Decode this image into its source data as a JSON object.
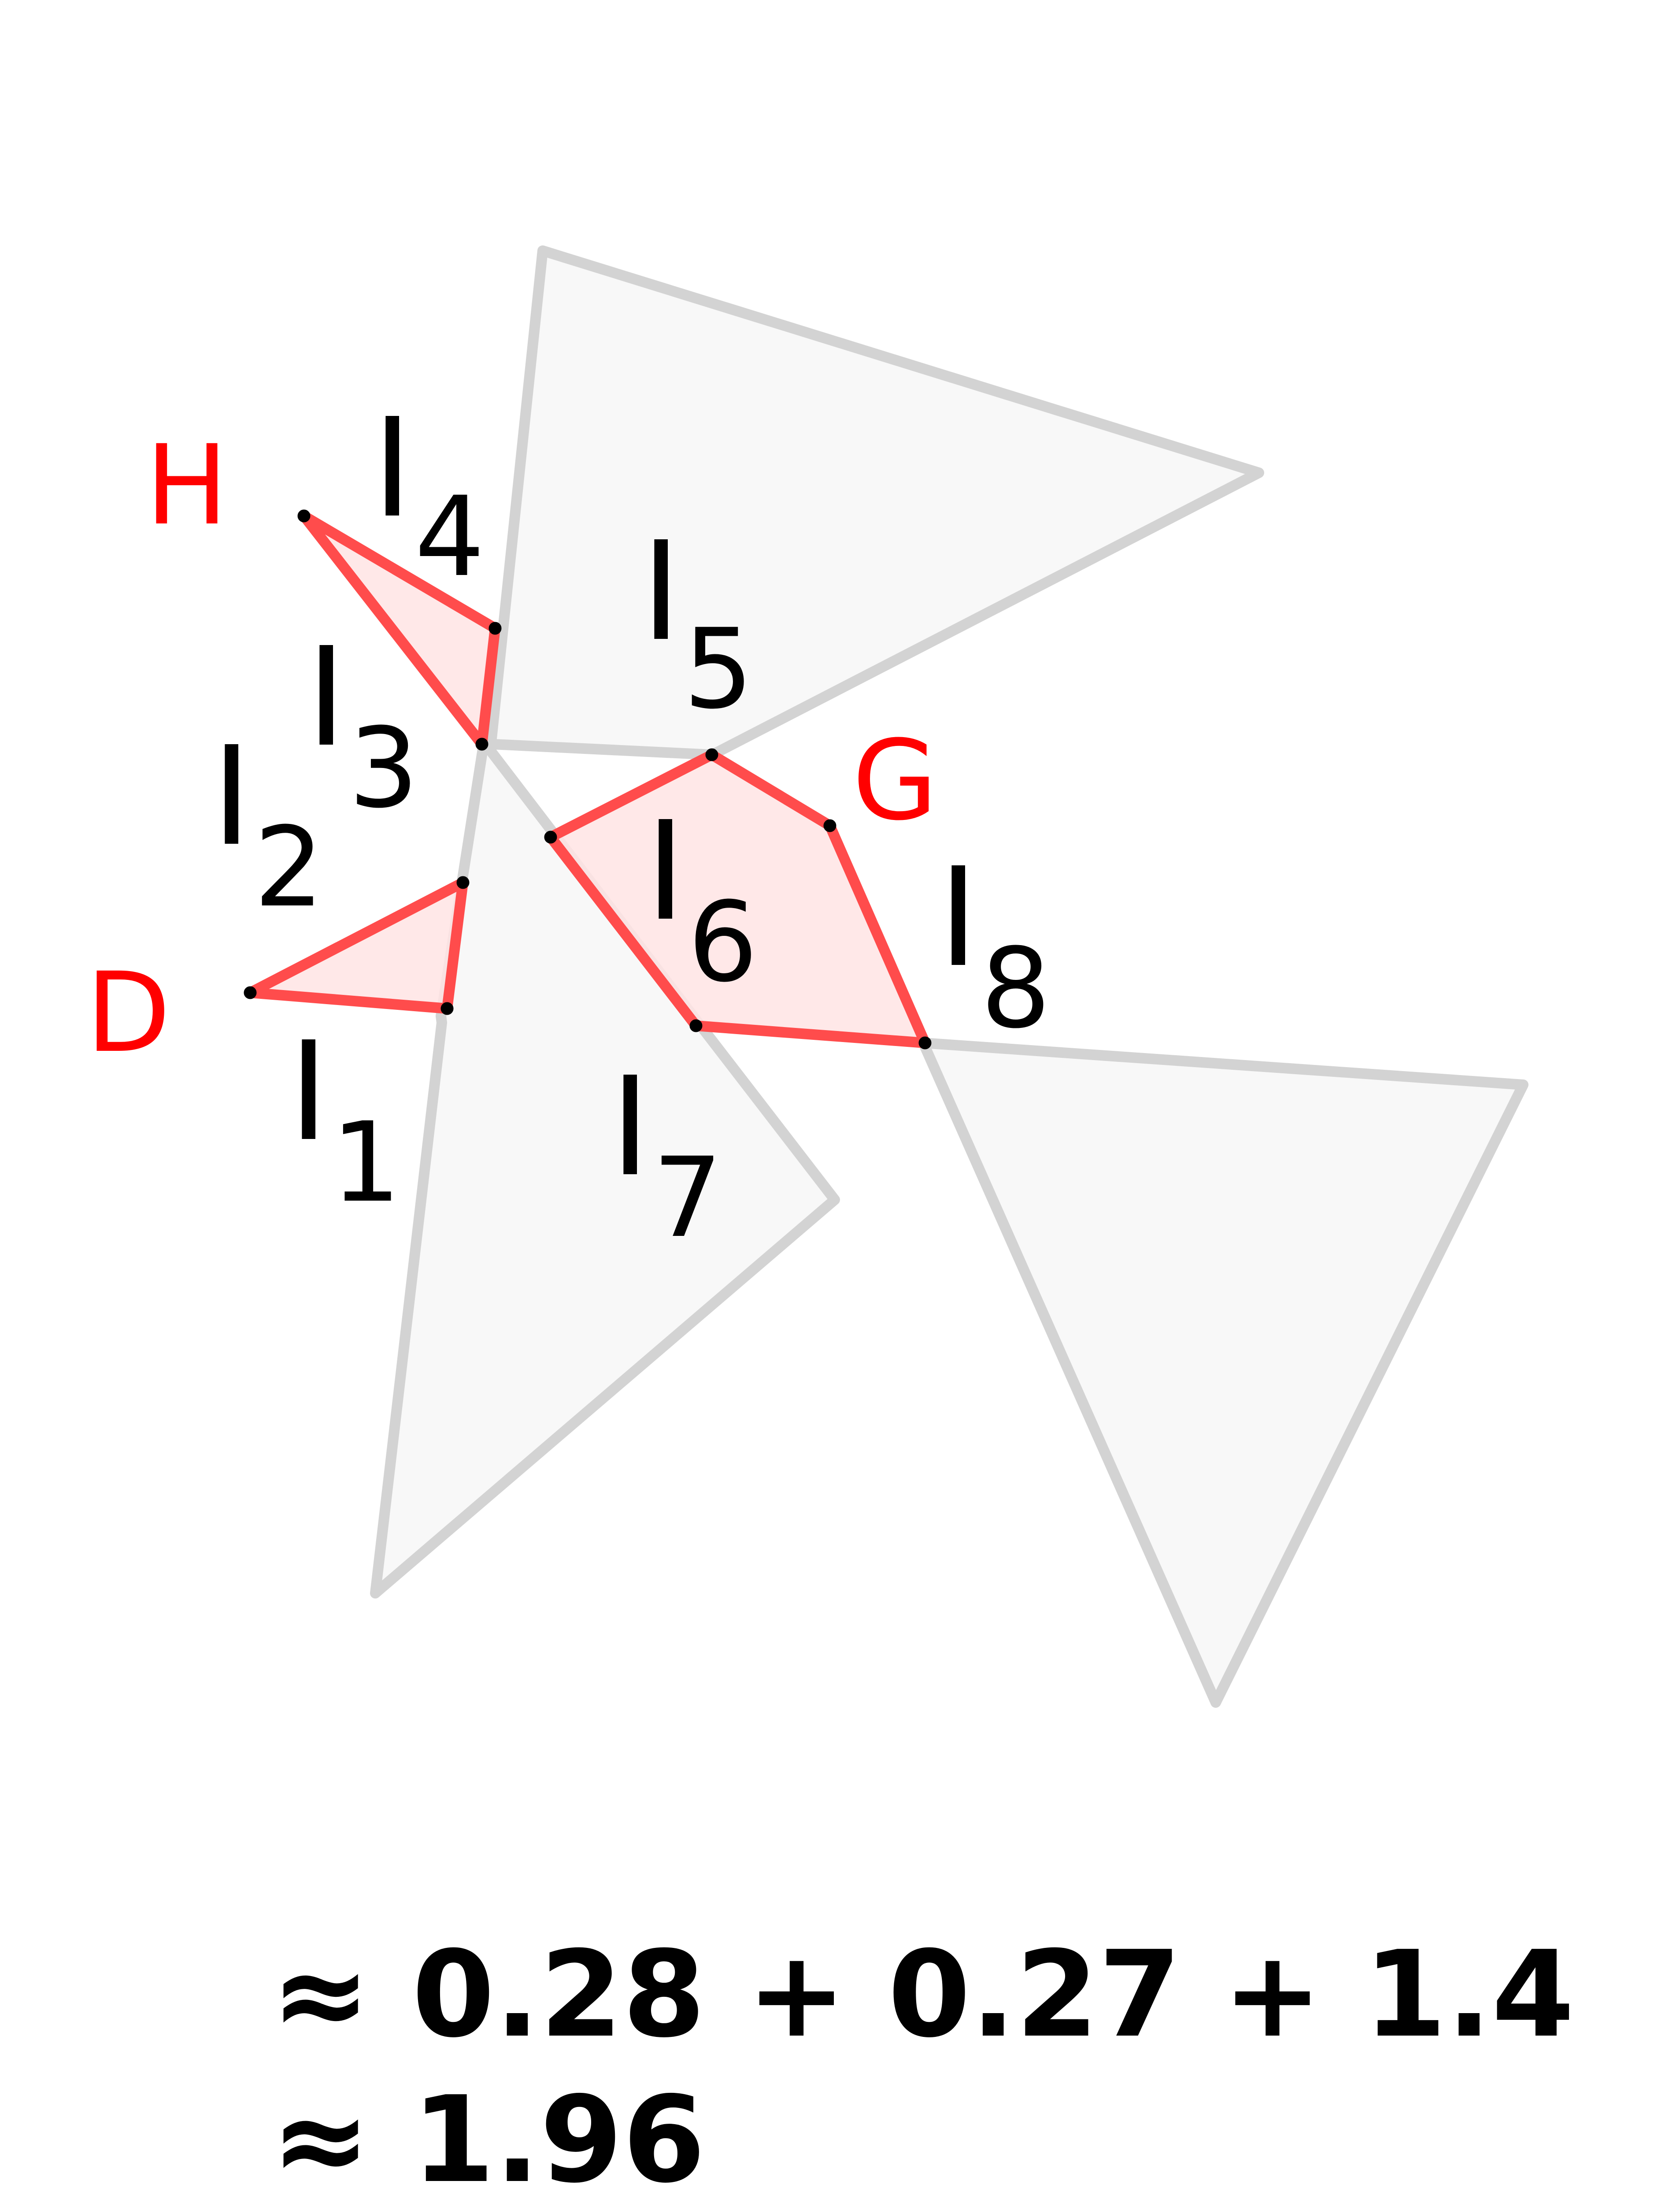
{
  "vertex_labels": {
    "H": "H",
    "G": "G",
    "D": "D"
  },
  "intersection_labels": [
    {
      "name": "I",
      "sub": "1"
    },
    {
      "name": "I",
      "sub": "2"
    },
    {
      "name": "I",
      "sub": "3"
    },
    {
      "name": "I",
      "sub": "4"
    },
    {
      "name": "I",
      "sub": "5"
    },
    {
      "name": "I",
      "sub": "6"
    },
    {
      "name": "I",
      "sub": "7"
    },
    {
      "name": "I",
      "sub": "8"
    }
  ],
  "equation": {
    "line1": "≈ 0.28 + 0.27 + 1.4",
    "line2": "≈ 1.96"
  },
  "colors": {
    "gray_fill": "#f8f8f8",
    "gray_stroke": "#d3d3d3",
    "red_fill": "#ffe4e4",
    "red_stroke": "#ff4c4c",
    "vertex_label": "#ff0000",
    "text": "#000000"
  }
}
